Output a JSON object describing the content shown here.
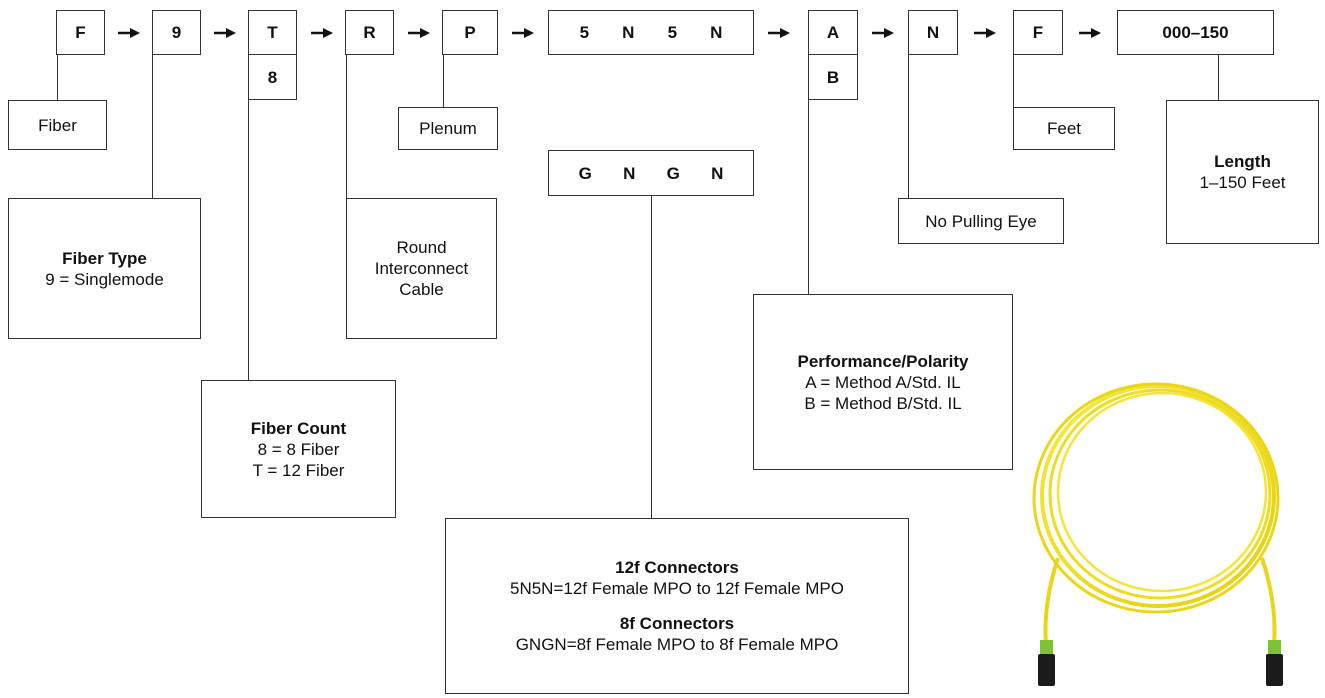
{
  "codes": {
    "f1": "F",
    "f2": "9",
    "f3": "T",
    "f3_alt": "8",
    "f4": "R",
    "f5": "P",
    "f6": [
      "5",
      "N",
      "5",
      "N"
    ],
    "f6_alt": [
      "G",
      "N",
      "G",
      "N"
    ],
    "f7": "A",
    "f7_alt": "B",
    "f8": "N",
    "f9": "F",
    "f10": "000–150"
  },
  "labels": {
    "fiber": "Fiber",
    "plenum": "Plenum",
    "feet": "Feet",
    "no_pulling_eye": "No Pulling Eye",
    "fiber_type_title": "Fiber Type",
    "fiber_type_line1": "9 = Singlemode",
    "round_line1": "Round",
    "round_line2": "Interconnect",
    "round_line3": "Cable",
    "length_title": "Length",
    "length_line1": "1–150 Feet",
    "perf_title": "Performance/Polarity",
    "perf_line1": "A = Method A/Std. IL",
    "perf_line2": "B = Method B/Std. IL",
    "count_title": "Fiber Count",
    "count_line1": "8 = 8 Fiber",
    "count_line2": "T = 12 Fiber",
    "conn12_title": "12f Connectors",
    "conn12_line1": "5N5N=12f Female MPO to 12f Female MPO",
    "conn8_title": "8f Connectors",
    "conn8_line1": "GNGN=8f Female MPO to 8f Female MPO"
  },
  "colors": {
    "cable_yellow": "#f2e21a",
    "connector_green": "#7fc234",
    "connector_body": "#1b1b1b"
  },
  "image": {
    "cable_icon": "yellow-fiber-patch-cable-icon"
  }
}
